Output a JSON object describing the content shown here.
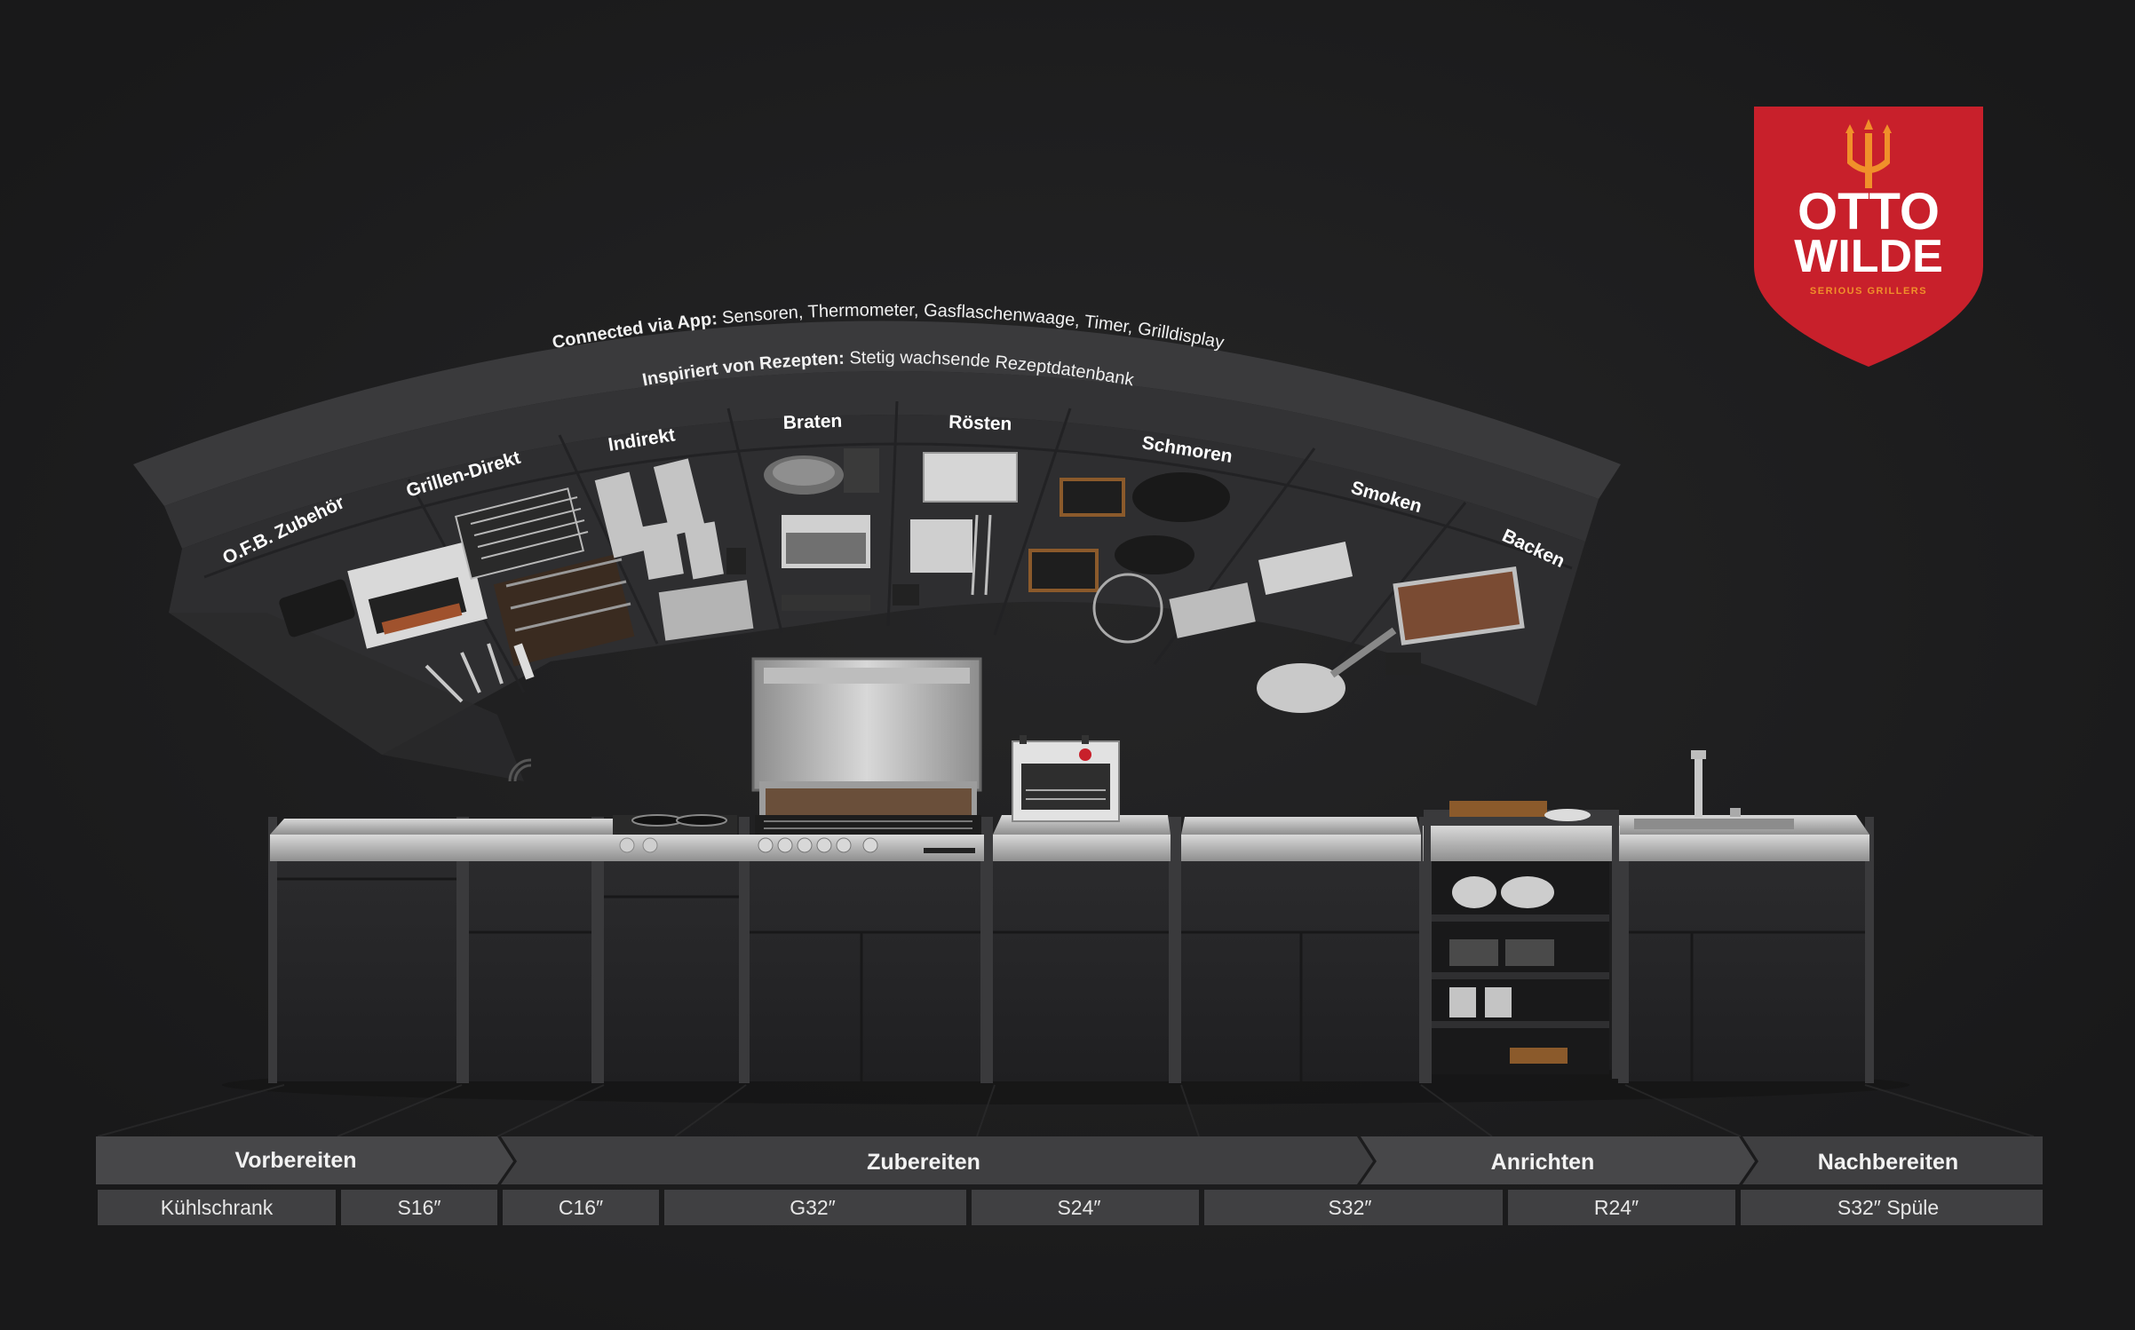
{
  "brand": {
    "name_line1": "OTTO",
    "name_line2": "WILDE",
    "tagline": "SERIOUS GRILLERS",
    "shield_color": "#c8202b",
    "accent_color": "#f0902a"
  },
  "arc": {
    "connected_bold": "Connected via App:",
    "connected_rest": " Sensoren, Thermometer, Gasflaschenwaage, Timer, Grilldisplay",
    "recipes_bold": "Inspiriert von Rezepten:",
    "recipes_rest": " Stetig wachsende Rezeptdatenbank"
  },
  "categories": [
    "O.F.B. Zubehör",
    "Grillen-Direkt",
    "Indirekt",
    "Braten",
    "Rösten",
    "Schmoren",
    "Smoken",
    "Backen"
  ],
  "phases": [
    "Vorbereiten",
    "Zubereiten",
    "Anrichten",
    "Nachbereiten"
  ],
  "modules": [
    "Kühlschrank",
    "S16″",
    "C16″",
    "G32″",
    "S24″",
    "S32″",
    "R24″",
    "S32″ Spüle"
  ]
}
